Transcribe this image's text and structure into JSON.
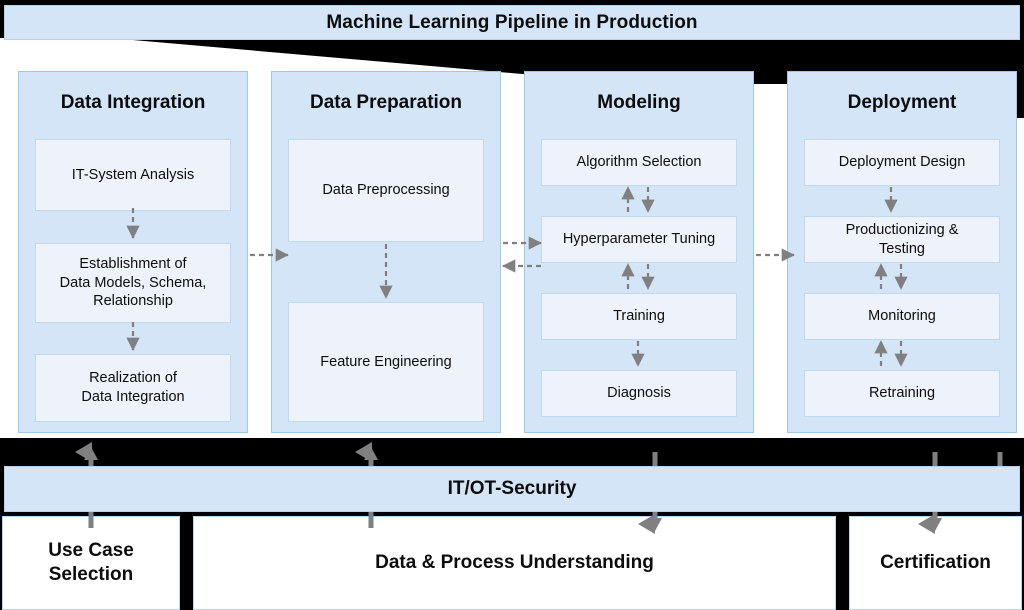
{
  "title": "Machine Learning Pipeline in Production",
  "colors": {
    "band_fill": "#d3e5f6",
    "band_border": "#b4d2ec",
    "column_fill": "#d3e5f6",
    "column_border": "#9ec7e8",
    "card_fill": "#eef3fb",
    "card_border": "#bfd9f0",
    "arrow": "#808080",
    "frame": "#000000",
    "paper": "#ffffff",
    "text": "#0d0d0d"
  },
  "columns": [
    {
      "id": "data-integration",
      "title": "Data Integration",
      "cards": [
        {
          "label": "IT-System Analysis"
        },
        {
          "label": "Establishment of\nData Models, Schema,\nRelationship"
        },
        {
          "label": "Realization of\nData Integration"
        }
      ],
      "internal_arrows": [
        {
          "from": 0,
          "to": 1,
          "direction": "down"
        },
        {
          "from": 1,
          "to": 2,
          "direction": "down"
        }
      ]
    },
    {
      "id": "data-preparation",
      "title": "Data Preparation",
      "cards": [
        {
          "label": "Data Preprocessing"
        },
        {
          "label": "Feature Engineering"
        }
      ],
      "internal_arrows": [
        {
          "from": 0,
          "to": 1,
          "direction": "down"
        }
      ]
    },
    {
      "id": "modeling",
      "title": "Modeling",
      "cards": [
        {
          "label": "Algorithm Selection"
        },
        {
          "label": "Hyperparameter Tuning"
        },
        {
          "label": "Training"
        },
        {
          "label": "Diagnosis"
        }
      ],
      "internal_arrows": [
        {
          "from": 0,
          "to": 1,
          "direction": "both"
        },
        {
          "from": 1,
          "to": 2,
          "direction": "both"
        },
        {
          "from": 2,
          "to": 3,
          "direction": "down"
        }
      ]
    },
    {
      "id": "deployment",
      "title": "Deployment",
      "cards": [
        {
          "label": "Deployment Design"
        },
        {
          "label": "Productionizing &\nTesting"
        },
        {
          "label": "Monitoring"
        },
        {
          "label": "Retraining"
        }
      ],
      "internal_arrows": [
        {
          "from": 0,
          "to": 1,
          "direction": "down"
        },
        {
          "from": 1,
          "to": 2,
          "direction": "both"
        },
        {
          "from": 2,
          "to": 3,
          "direction": "both"
        }
      ]
    }
  ],
  "between_column_arrows": [
    {
      "from": "data-integration",
      "to": "data-preparation",
      "direction": "right"
    },
    {
      "from": "data-preparation",
      "to": "modeling",
      "direction": "bidirectional"
    },
    {
      "from": "modeling",
      "to": "deployment",
      "direction": "right"
    }
  ],
  "security_band": {
    "label": "IT/OT-Security",
    "connector_arrows_up": 3,
    "connector_arrows_down": 2
  },
  "bottom_row": [
    {
      "id": "use-case-selection",
      "label": "Use Case\nSelection"
    },
    {
      "id": "data-process-understanding",
      "label": "Data & Process Understanding"
    },
    {
      "id": "certification",
      "label": "Certification"
    }
  ]
}
